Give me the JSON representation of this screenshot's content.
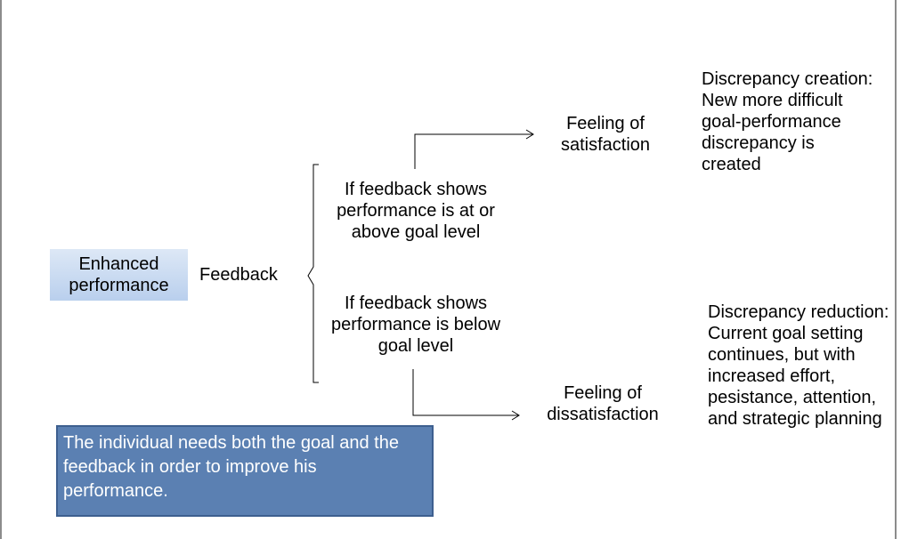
{
  "diagram": {
    "enhanced_performance": "Enhanced performance",
    "feedback": "Feedback",
    "condition_above": "If feedback shows performance is at or above goal level",
    "condition_below": "If feedback shows performance is below goal level",
    "feeling_satisfaction": "Feeling of satisfaction",
    "feeling_dissatisfaction": "Feeling of dissatisfaction",
    "discrepancy_creation": "Discrepancy creation: New more difficult goal-performance discrepancy is created",
    "discrepancy_reduction": "Discrepancy reduction: Current goal setting continues, but with increased effort, pesistance, attention, and strategic planning",
    "note": "The individual needs both the goal and the feedback in order to improve his performance."
  },
  "colors": {
    "box_fill_top": "#dde8f6",
    "box_fill_bottom": "#b9cfed",
    "note_fill": "#5b80b2",
    "note_border": "#3d5f8f",
    "frame_border": "#8c8c8c"
  }
}
